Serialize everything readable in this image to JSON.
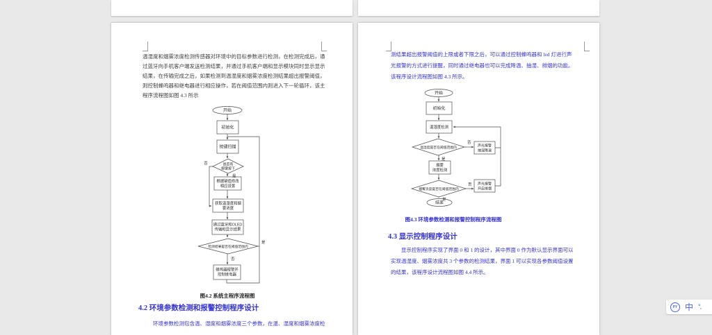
{
  "left_page": {
    "paragraph": [
      "温湿度和烟雾浓度检测传感器对环境中的目标参数进行检测，在检测完成后，通",
      "过蓝牙向手机客户端发送检测结果，并通过手机客户端和显示模块同时显示显示",
      "结果，在传输完成之后，如果检测到温湿度和烟雾浓度检测结果超出报警阈值，",
      "则控制蜂鸣器和继电器进行相应操作，若在阈值范围内则进入下一轮循环，该主",
      "程序流程图如图 4.3 所示"
    ],
    "flowchart": {
      "start": "开始",
      "init": "初始化",
      "scan": "按键扫描",
      "d1_line1": "是否有",
      "d1_line2": "按键按下",
      "set_line1": "根据键值修改",
      "set_line2": "相应设置",
      "get_line1": "获取温湿度和烟",
      "get_line2": "雾浓度",
      "bt_line1": "通过蓝牙和OLED",
      "bt_line2": "传输和显示结果",
      "d2": "检测结果是否在阈值范围内",
      "alarm_line1": "蜂鸣器报警并",
      "alarm_line2": "控制继电器",
      "yes": "是",
      "no": "否"
    },
    "figure_caption": "图4.2  系统主程序流程图",
    "section_heading": "4.2 环境参数检测和报警控制程序设计",
    "body_line": "环境参数检测包含温、湿度和烟雾浓度三个参数，在温、湿度和烟雾浓度检"
  },
  "right_page": {
    "paragraph": [
      "测结果超出报警阈值的上限或者下限之后，可以通过控制蜂鸣器和 led 灯进行声",
      "光报警的方式进行提醒，同时通过继电器也可以完成降温、抽湿、排烟的功能。",
      "该程序设计流程图如图 4.3 所示。"
    ],
    "flowchart": {
      "start": "开始",
      "init": "初始化",
      "detect": "温湿度检测",
      "d1": "温湿度是否在阈值范围内",
      "alarm1_line1": "声光报警",
      "alarm1_line2": "抽湿降温",
      "smoke_line1": "烟雾",
      "smoke_line2": "浓度检测",
      "d2": "烟雾浓度是否在阈值范围内",
      "alarm2_line1": "声光报警",
      "alarm2_line2": "开启排烟",
      "end": "结束",
      "yes": "是",
      "no": "否"
    },
    "figure_caption": "图4.3  环境参数检测和报警控制程序流程图",
    "section_heading": "4.3 显示控制程序设计",
    "paragraph2": [
      "显示控制程序实现了界面 0 和 1 的设计，其中界面 0 作为默认显示界面可以",
      "实现温湿度、烟雾浓度共 3 个参数的检测结果，界面 1 可以实现各参数阈值设置",
      "的结果，该程序设计流程图如图 4.4 所示。"
    ]
  },
  "ime_bar": {
    "logo_text": "PY",
    "mode_label": "中",
    "punct_label": "°,",
    "accent_color": "#4a63d4"
  },
  "colors": {
    "canvas_background": "#e9e9e9",
    "page_background": "#ffffff",
    "blue_text": "#3533d2",
    "black_text": "#413f3e"
  }
}
